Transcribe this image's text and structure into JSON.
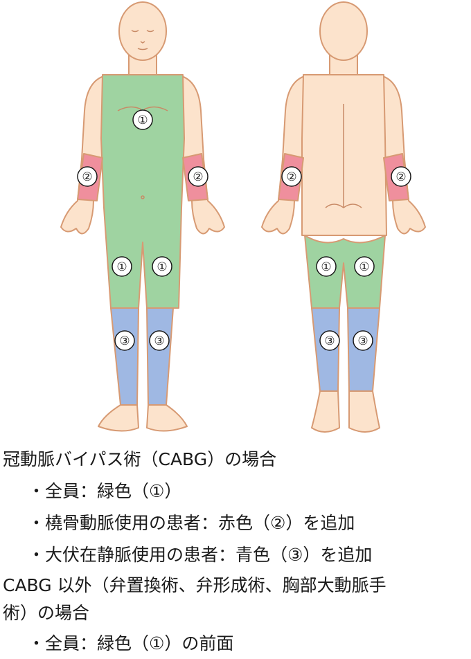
{
  "figure": {
    "colors": {
      "skin": "#fce3cc",
      "outline": "#d79a73",
      "green_zone": "#9fd3a1",
      "red_zone": "#ef8f9d",
      "blue_zone": "#9fb8e3"
    },
    "markers": {
      "one": "①",
      "two": "②",
      "three": "③"
    }
  },
  "caption": {
    "heading1": "冠動脈バイパス術（CABG）の場合",
    "b1": "・全員：緑色（①）",
    "b2": "・橈骨動脈使用の患者：赤色（②）を追加",
    "b3": "・大伏在静脈使用の患者：青色（③）を追加",
    "heading2a": "CABG 以外（弁置換術、弁形成術、胸部大動脈手",
    "heading2b": "術）の場合",
    "b4": "・全員：緑色（①）の前面"
  }
}
